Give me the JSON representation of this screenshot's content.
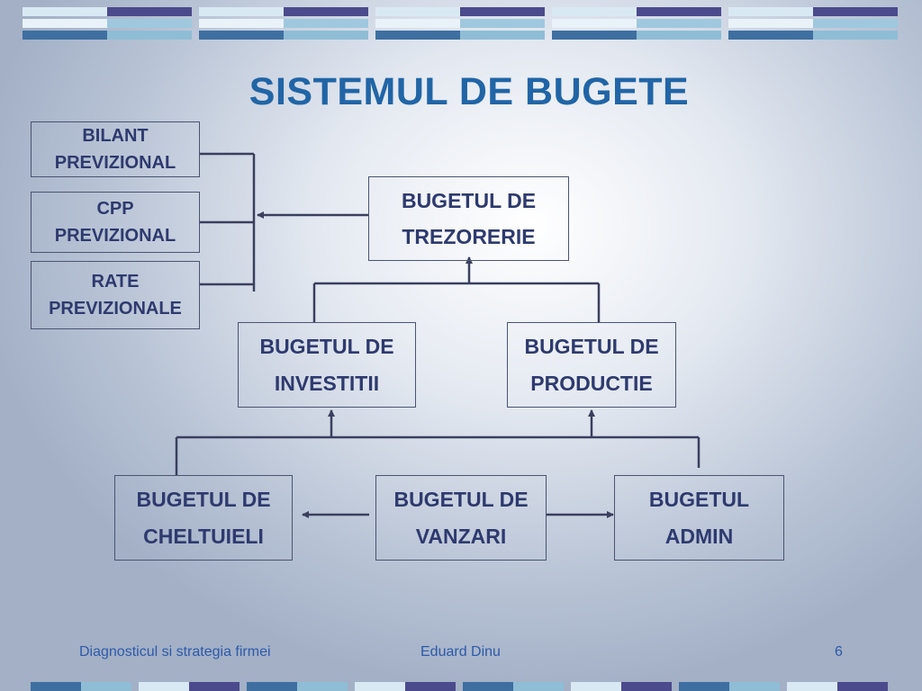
{
  "title": "SISTEMUL DE BUGETE",
  "boxes": {
    "bilant": {
      "line1": "BILANT",
      "line2": "PREVIZIONAL"
    },
    "cpp": {
      "line1": "CPP",
      "line2": "PREVIZIONAL"
    },
    "rate": {
      "line1": "RATE",
      "line2": "PREVIZIONALE"
    },
    "trezorerie": {
      "line1": "BUGETUL DE",
      "line2": "TREZORERIE"
    },
    "investitii": {
      "line1": "BUGETUL DE",
      "line2": "INVESTITII"
    },
    "productie": {
      "line1": "BUGETUL DE",
      "line2": "PRODUCTIE"
    },
    "cheltuieli": {
      "line1": "BUGETUL DE",
      "line2": "CHELTUIELI"
    },
    "vanzari": {
      "line1": "BUGETUL DE",
      "line2": "VANZARI"
    },
    "admin": {
      "line1": "BUGETUL",
      "line2": "ADMIN"
    }
  },
  "footer": {
    "left": "Diagnosticul si strategia firmei",
    "center": "Eduard Dinu",
    "page": "6"
  },
  "colors": {
    "title": "#2165a6",
    "box_text": "#2e3a6e",
    "connector": "#3a3f5e",
    "footer_text": "#2d5aa8",
    "stripe_dark": "#4b4a8c",
    "stripe_mid": "#3e6fa0",
    "stripe_light": "#8fbdd6",
    "stripe_pale": "#d9e9f4"
  }
}
